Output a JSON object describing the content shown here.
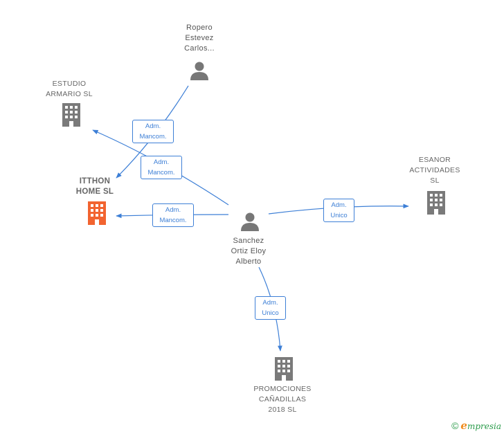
{
  "colors": {
    "edge": "#3d7fd6",
    "building": "#7a7a7a",
    "building_highlight": "#f26430",
    "person": "#777777"
  },
  "nodes": {
    "ropero": {
      "label": "Ropero\nEstevez\nCarlos...",
      "type": "person-icon"
    },
    "estudio": {
      "label": "ESTUDIO\nARMARIO SL",
      "type": "building-icon"
    },
    "itthon": {
      "label": "ITTHON\nHOME SL",
      "type": "building-icon",
      "highlight": true
    },
    "esanor": {
      "label": "ESANOR\nACTIVIDADES\nSL",
      "type": "building-icon"
    },
    "sanchez": {
      "label": "Sanchez\nOrtiz Eloy\nAlberto",
      "type": "person-icon"
    },
    "promociones": {
      "label": "PROMOCIONES\nCAÑADILLAS\n2018 SL",
      "type": "building-icon"
    }
  },
  "edges": {
    "ropero_itthon": {
      "label": "Adm.\nMancom."
    },
    "sanchez_estudio": {
      "label": "Adm.\nMancom."
    },
    "sanchez_itthon": {
      "label": "Adm.\nMancom."
    },
    "sanchez_esanor": {
      "label": "Adm.\nUnico"
    },
    "sanchez_promociones": {
      "label": "Adm.\nUnico"
    }
  },
  "watermark": {
    "symbol": "©",
    "brand_initial": "e",
    "brand_rest": "mpresia"
  }
}
